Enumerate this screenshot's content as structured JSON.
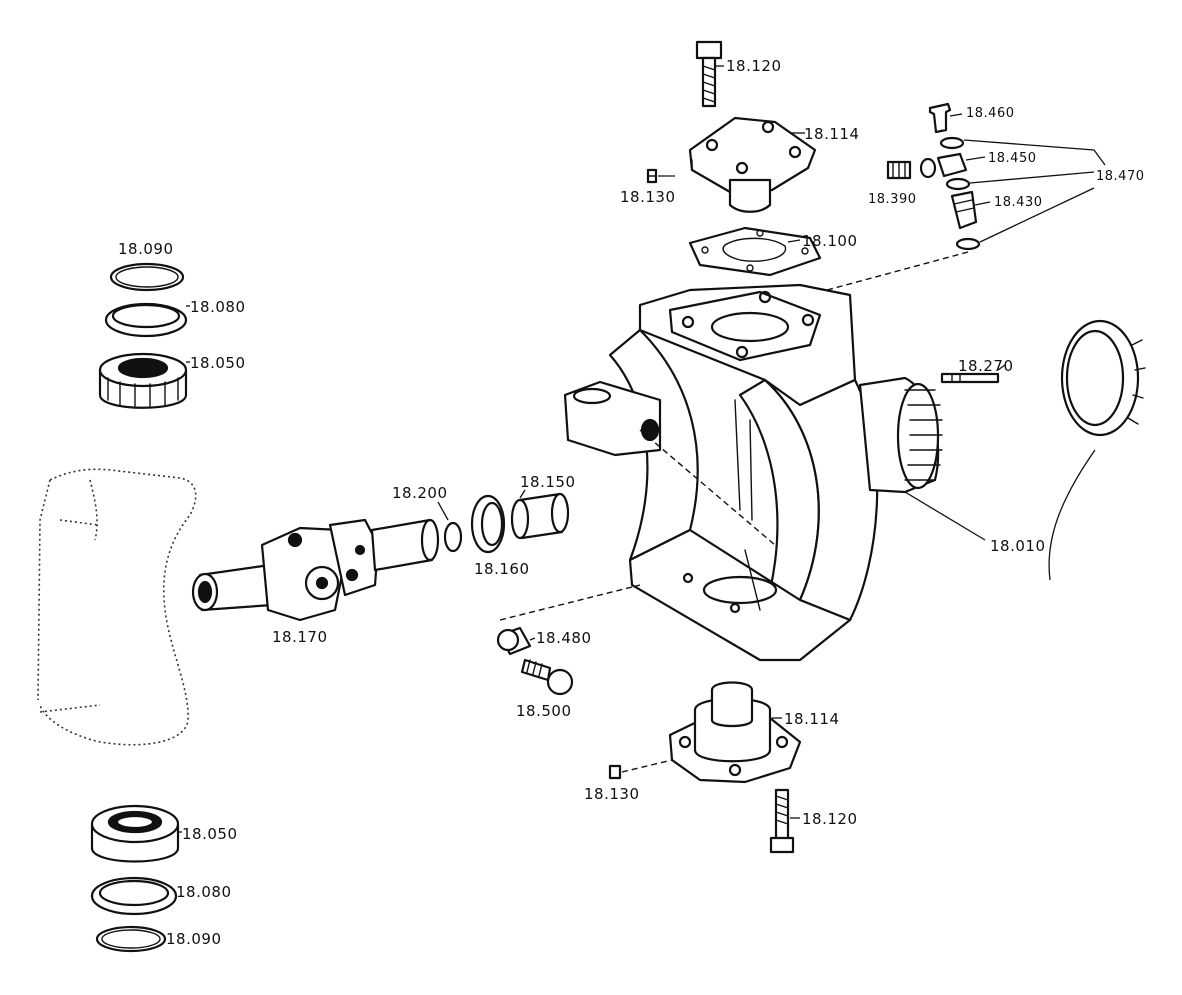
{
  "labels": {
    "l_18120_top": "18.120",
    "l_18114_top": "18.114",
    "l_18130_top": "18.130",
    "l_18100": "18.100",
    "l_18460": "18.460",
    "l_18450": "18.450",
    "l_18470": "18.470",
    "l_18390": "18.390",
    "l_18430": "18.430",
    "l_18090_top": "18.090",
    "l_18080_top": "18.080",
    "l_18050_top": "18.050",
    "l_18270": "18.270",
    "l_18200": "18.200",
    "l_18150": "18.150",
    "l_18160": "18.160",
    "l_18170": "18.170",
    "l_18010": "18.010",
    "l_18480": "18.480",
    "l_18500": "18.500",
    "l_18114_bot": "18.114",
    "l_18130_bot": "18.130",
    "l_18120_bot": "18.120",
    "l_18050_bot": "18.050",
    "l_18080_bot": "18.080",
    "l_18090_bot": "18.090"
  }
}
